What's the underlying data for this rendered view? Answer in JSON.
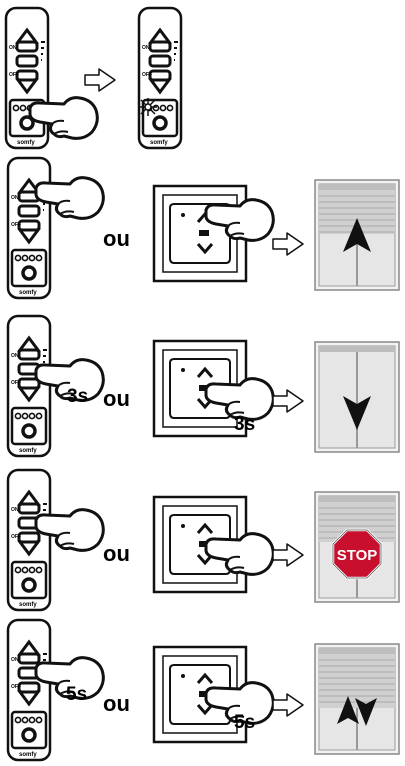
{
  "remote": {
    "on_label": "ON",
    "off_label": "OFF",
    "brand": "somfy"
  },
  "rows": [
    {
      "duration": "",
      "connector": "",
      "window_state": ""
    },
    {
      "duration": "",
      "connector": "ou",
      "window_state": "up"
    },
    {
      "duration": "3s",
      "connector": "ou",
      "window_state": "down"
    },
    {
      "duration": "",
      "connector": "ou",
      "window_state": "stop"
    },
    {
      "duration": "5s",
      "connector": "ou",
      "window_state": "up-down"
    }
  ],
  "stop_sign": {
    "text": "STOP",
    "color": "#c8102e"
  },
  "colors": {
    "ink": "#111111",
    "window_gray": "#cfcfcf",
    "glass": "#e6e6e6"
  }
}
